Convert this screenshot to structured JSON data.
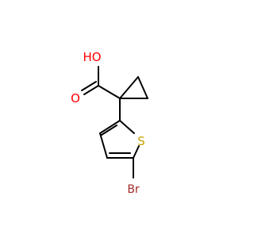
{
  "molecule": {
    "atoms": {
      "hydroxyl_label": "HO",
      "oxygen_label": "O",
      "sulfur_label": "S",
      "bromine_label": "Br"
    },
    "colors": {
      "bond": "#000000",
      "oxygen": "#ff0000",
      "sulfur": "#c9a400",
      "bromine": "#a52a2a"
    }
  }
}
